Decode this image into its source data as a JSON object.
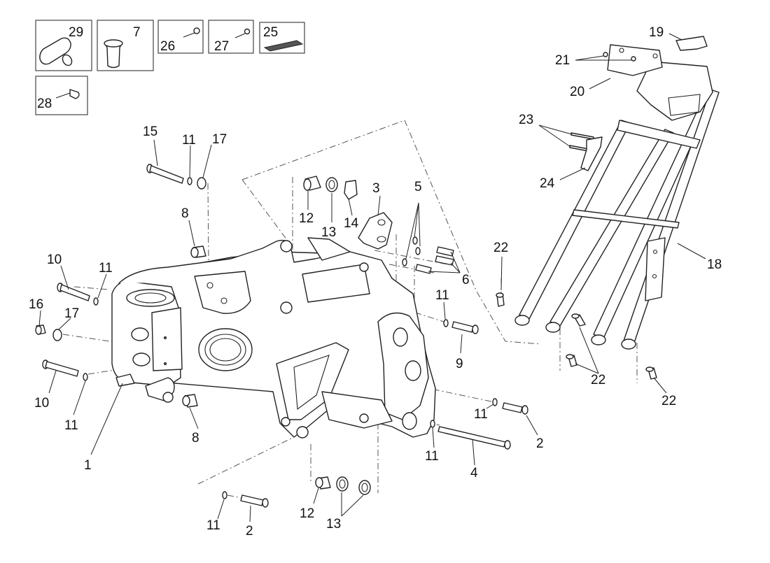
{
  "diagram": {
    "callouts": {
      "n1": "1",
      "n2a": "2",
      "n2b": "2",
      "n3": "3",
      "n4": "4",
      "n5": "5",
      "n6": "6",
      "n7": "7",
      "n8a": "8",
      "n8b": "8",
      "n9": "9",
      "n10a": "10",
      "n10b": "10",
      "n11a": "11",
      "n11b": "11",
      "n11c": "11",
      "n11d": "11",
      "n11e": "11",
      "n11f": "11",
      "n11g": "11",
      "n12a": "12",
      "n12b": "12",
      "n13a": "13",
      "n13b": "13",
      "n14": "14",
      "n15": "15",
      "n16": "16",
      "n17a": "17",
      "n17b": "17",
      "n18": "18",
      "n19": "19",
      "n20": "20",
      "n21": "21",
      "n22a": "22",
      "n22b": "22",
      "n22c": "22",
      "n23": "23",
      "n24": "24",
      "n25": "25",
      "n26": "26",
      "n27": "27",
      "n28": "28",
      "n29": "29"
    },
    "detail_boxes": [
      "29",
      "7",
      "26",
      "27",
      "25",
      "28"
    ]
  }
}
